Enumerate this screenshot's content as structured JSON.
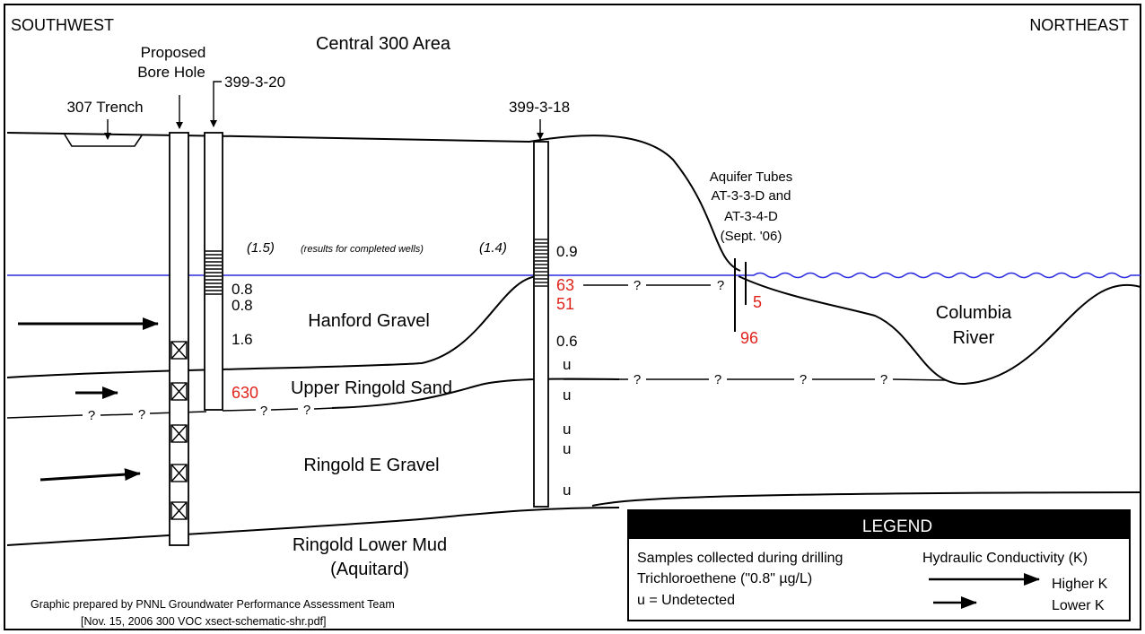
{
  "orientation": {
    "left": "SOUTHWEST",
    "right": "NORTHEAST"
  },
  "area_title": "Central 300 Area",
  "callouts": {
    "proposed_bore_line1": "Proposed",
    "proposed_bore_line2": "Bore Hole",
    "well_399_3_20": "399-3-20",
    "trench": "307 Trench",
    "well_399_3_18": "399-3-18",
    "aquifer_line1": "Aquifer Tubes",
    "aquifer_line2": "AT-3-3-D and",
    "aquifer_line3": "AT-3-4-D",
    "aquifer_line4": "(Sept. '06)"
  },
  "notes": {
    "result_left": "(1.5)",
    "result_note": "(results for completed wells)",
    "result_right": "(1.4)"
  },
  "units": {
    "hanford_gravel": "Hanford Gravel",
    "upper_ringold_sand": "Upper Ringold Sand",
    "ringold_e_gravel": "Ringold E Gravel",
    "ringold_lower_mud_line1": "Ringold Lower Mud",
    "ringold_lower_mud_line2": "(Aquitard)",
    "river_line1": "Columbia",
    "river_line2": "River"
  },
  "uncertain_mark": "?",
  "samples_399_3_20": [
    "0.8",
    "0.8",
    "1.6",
    "630"
  ],
  "samples_399_3_18": [
    "0.9",
    "63",
    "51",
    "0.6",
    "u",
    "u",
    "u",
    "u",
    "u"
  ],
  "samples_aquifer_tubes": [
    "5",
    "96"
  ],
  "legend": {
    "title": "LEGEND",
    "samples_heading": "Samples collected during drilling",
    "tce_line": "Trichloroethene (\"0.8\" µg/L)",
    "undetected_line": "u = Undetected",
    "k_heading": "Hydraulic Conductivity (K)",
    "higher_k": "Higher K",
    "lower_k": "Lower K"
  },
  "credit": {
    "line1": "Graphic prepared by PNNL Groundwater Performance Assessment Team",
    "line2": "[Nov. 15, 2006  300 VOC xsect-schematic-shr.pdf]"
  },
  "colors": {
    "water_table": "#2a2ae0",
    "high_concentration": "#e0241b",
    "legend_header_bg": "#000000"
  }
}
